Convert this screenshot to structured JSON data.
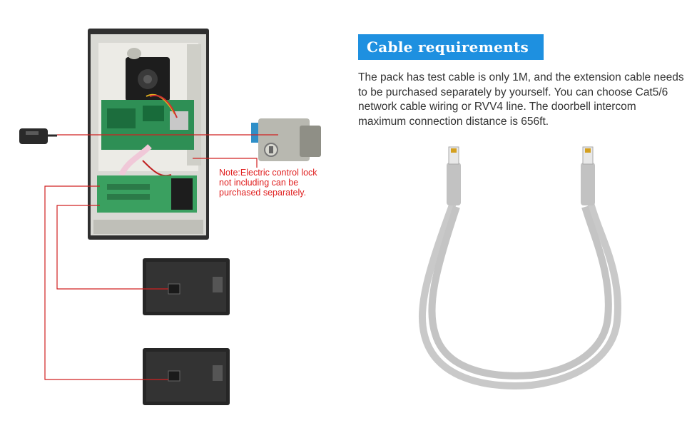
{
  "header": {
    "title": "Cable requirements"
  },
  "description": "The pack has test cable is only 1M, and the extension cable needs to be purchased separately by yourself. You can choose Cat5/6 network cable wiring or RVV4 line. The doorbell intercom maximum connection distance is 656ft.",
  "note": {
    "line1": "Note:Electric control lock",
    "line2": "not including can be",
    "line3": "purchased separately."
  },
  "colors": {
    "accent": "#1e90e0",
    "note": "#e02020",
    "wire": "#d02020",
    "cable": "#c9c9c9"
  },
  "icons": [
    "power-adapter-icon",
    "electric-lock-icon",
    "outdoor-unit-icon",
    "indoor-monitor-icon",
    "ethernet-cable-icon"
  ]
}
